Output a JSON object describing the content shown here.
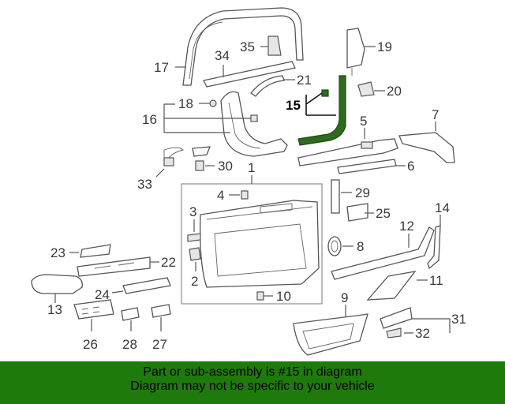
{
  "labels": {
    "l1": "1",
    "l2": "2",
    "l3": "3",
    "l4": "4",
    "l5": "5",
    "l6": "6",
    "l7": "7",
    "l8": "8",
    "l9": "9",
    "l10": "10",
    "l11": "11",
    "l12": "12",
    "l13": "13",
    "l14": "14",
    "l15": "15",
    "l16": "16",
    "l17": "17",
    "l18": "18",
    "l19": "19",
    "l20": "20",
    "l21": "21",
    "l22": "22",
    "l23": "23",
    "l24": "24",
    "l25": "25",
    "l26": "26",
    "l27": "27",
    "l28": "28",
    "l29": "29",
    "l30": "30",
    "l31": "31",
    "l32": "32",
    "l33": "33",
    "l34": "34",
    "l35": "35"
  },
  "footer": {
    "line1": "Part or sub-assembly is #15 in diagram",
    "line2": "Diagram may not be specific to your vehicle"
  },
  "colors": {
    "highlight": "#2e6b1f",
    "banner": "#1f7a0c"
  }
}
